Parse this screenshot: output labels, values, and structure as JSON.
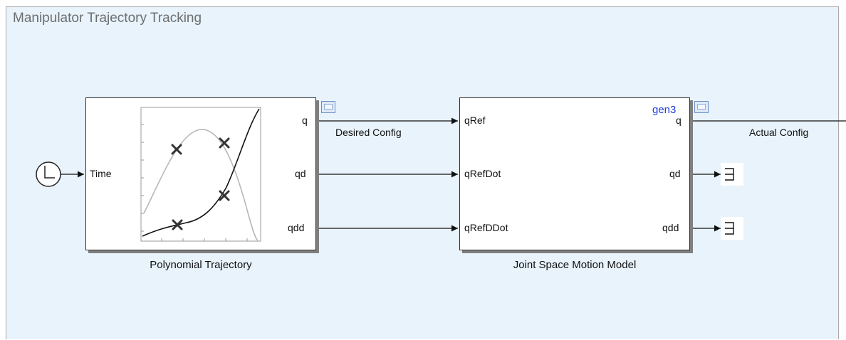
{
  "area": {
    "title": "Manipulator Trajectory Tracking"
  },
  "polynomial_block": {
    "name": "Polynomial Trajectory",
    "input_label": "Time",
    "outputs": [
      "q",
      "qd",
      "qdd"
    ]
  },
  "motion_block": {
    "name": "Joint Space Motion Model",
    "robot": "gen3",
    "inputs": [
      "qRef",
      "qRefDot",
      "qRefDDot"
    ],
    "outputs": [
      "q",
      "qd",
      "qdd"
    ]
  },
  "signals": {
    "desired": "Desired Config",
    "actual": "Actual Config"
  },
  "colors": {
    "area_bg": "#e8f3fc",
    "robot_label": "#1f3fe0",
    "scope_icon": "#6b8fc6"
  }
}
